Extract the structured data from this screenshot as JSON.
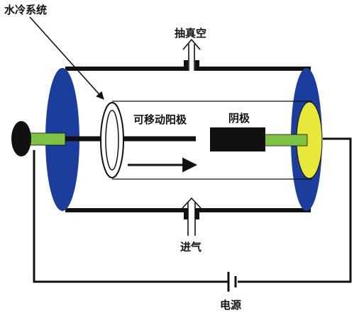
{
  "labels": {
    "water_cooling": "水冷系统",
    "vacuum_pump": "抽真空",
    "movable_anode": "可移动阳极",
    "cathode": "阴极",
    "gas_inlet": "进气",
    "power_supply": "电源"
  },
  "colors": {
    "end_cap": "#1a3d9e",
    "cylinder_outline": "#111111",
    "cathode_block": "#111111",
    "rod_green": "#7dc242",
    "cathode_electrode": "#e8e83a",
    "knob": "#111111",
    "wire": "#111111"
  }
}
